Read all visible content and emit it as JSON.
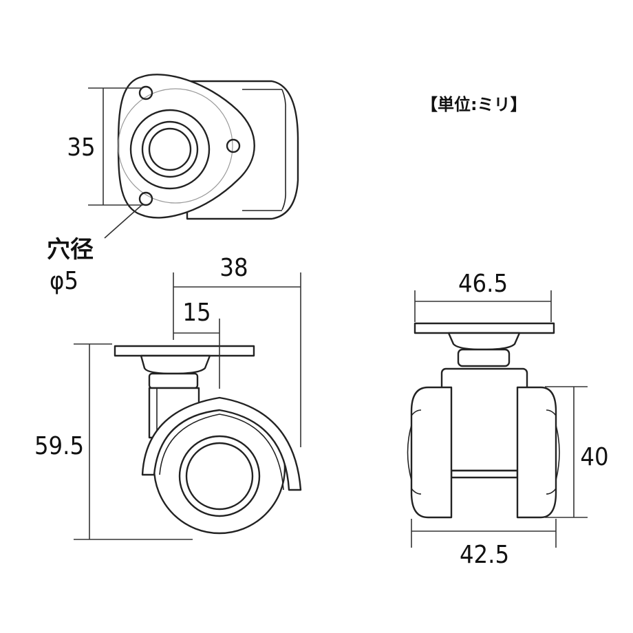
{
  "unit_note": "【単位:ミリ】",
  "hole_label_line1": "穴径",
  "hole_label_line2": "φ5",
  "dimensions": {
    "top_view_height": "35",
    "side_offset": "38",
    "side_axis_offset": "15",
    "side_height": "59.5",
    "front_plate_width": "46.5",
    "front_wheel_height": "40",
    "front_width": "42.5"
  },
  "colors": {
    "line": "#222222",
    "background": "#ffffff"
  }
}
